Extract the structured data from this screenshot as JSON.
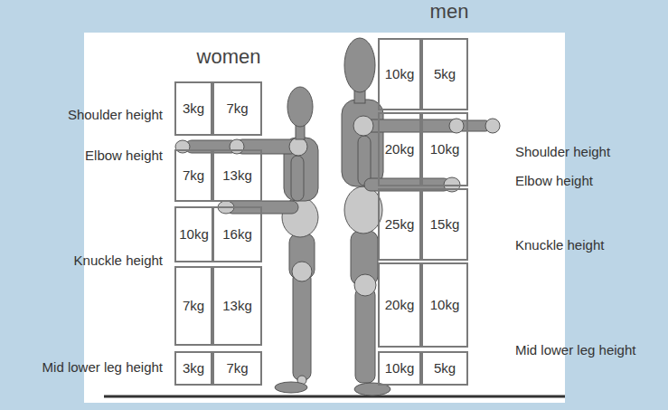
{
  "diagram": {
    "nodes": [
      {
        "text": [
          "3kg"
        ]
      },
      {
        "text": [
          "7kg"
        ]
      },
      {
        "text": [
          "7kg"
        ]
      },
      {
        "text": [
          "13kg"
        ]
      },
      {
        "text": [
          "10kg"
        ]
      },
      {
        "text": [
          "16kg"
        ]
      },
      {
        "text": [
          "7kg"
        ]
      },
      {
        "text": [
          "13kg"
        ]
      },
      {
        "text": [
          "3kg"
        ]
      },
      {
        "text": [
          "7kg"
        ]
      },
      {
        "text": [
          "10kg"
        ]
      },
      {
        "text": [
          "5kg"
        ]
      },
      {
        "text": [
          "20kg"
        ]
      },
      {
        "text": [
          "10kg"
        ]
      },
      {
        "text": [
          "25kg"
        ]
      },
      {
        "text": [
          "15kg"
        ]
      },
      {
        "text": [
          "20kg"
        ]
      },
      {
        "text": [
          "10kg"
        ]
      },
      {
        "text": [
          "10kg"
        ]
      },
      {
        "text": [
          "5kg"
        ]
      }
    ],
    "labels": [
      "women",
      "men",
      "Shoulder height",
      "Elbow height",
      "Knuckle height",
      "Mid lower leg height",
      "Shoulder height",
      "Elbow height",
      "Knuckle height",
      "Mid lower leg height"
    ]
  }
}
